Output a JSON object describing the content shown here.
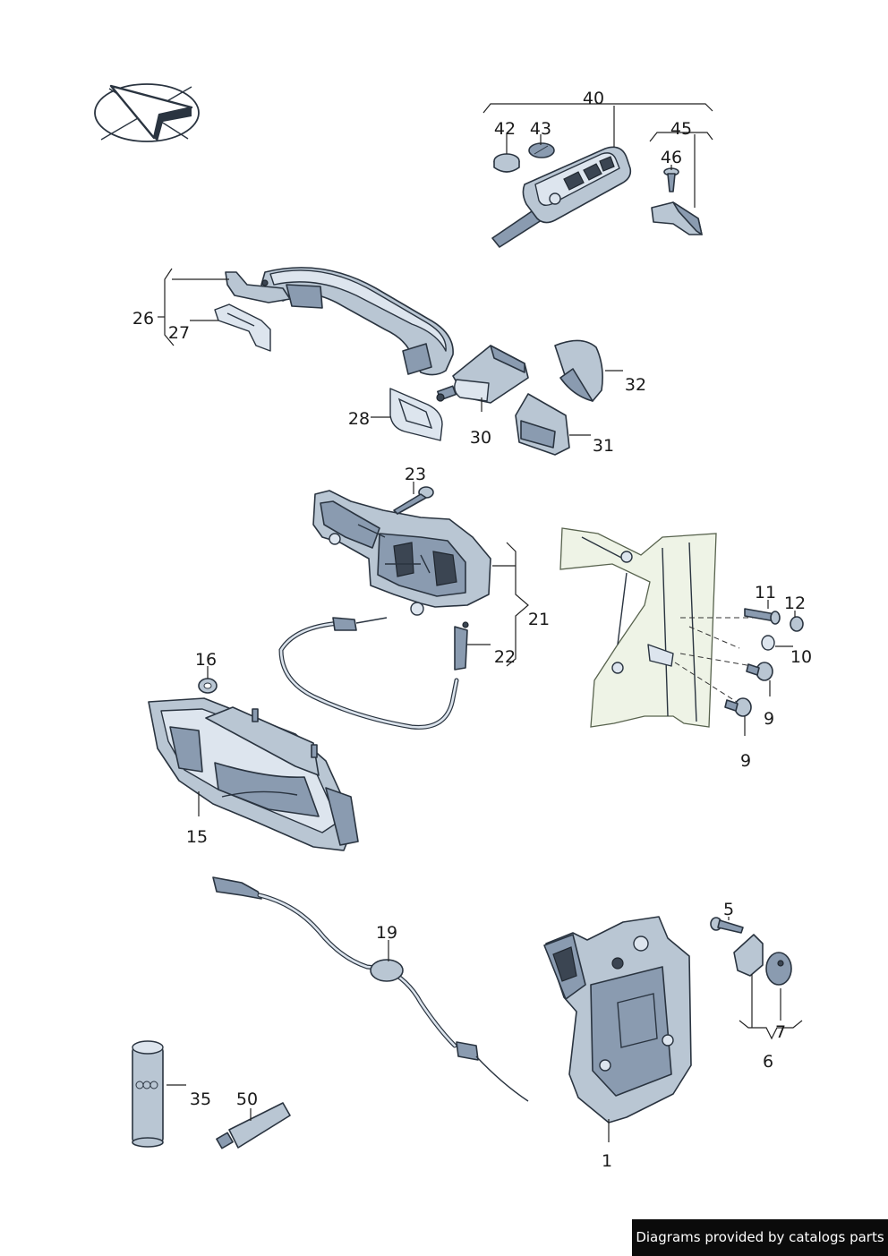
{
  "labels": {
    "p1": "1",
    "p5": "5",
    "p6": "6",
    "p7": "7",
    "p9a": "9",
    "p9b": "9",
    "p10": "10",
    "p11": "11",
    "p12": "12",
    "p15": "15",
    "p16": "16",
    "p19": "19",
    "p21": "21",
    "p22": "22",
    "p23": "23",
    "p26": "26",
    "p27": "27",
    "p28": "28",
    "p30": "30",
    "p31": "31",
    "p32": "32",
    "p35": "35",
    "p40": "40",
    "p42": "42",
    "p43": "43",
    "p45": "45",
    "p46": "46",
    "p50": "50"
  },
  "footer": {
    "credit": "Diagrams provided by catalogs parts"
  },
  "colors": {
    "part_fill": "#b9c6d3",
    "outline": "#2a3440",
    "credit_bg": "#0b0b0b"
  },
  "icons": {
    "orientation": "direction-arrow-icon"
  }
}
